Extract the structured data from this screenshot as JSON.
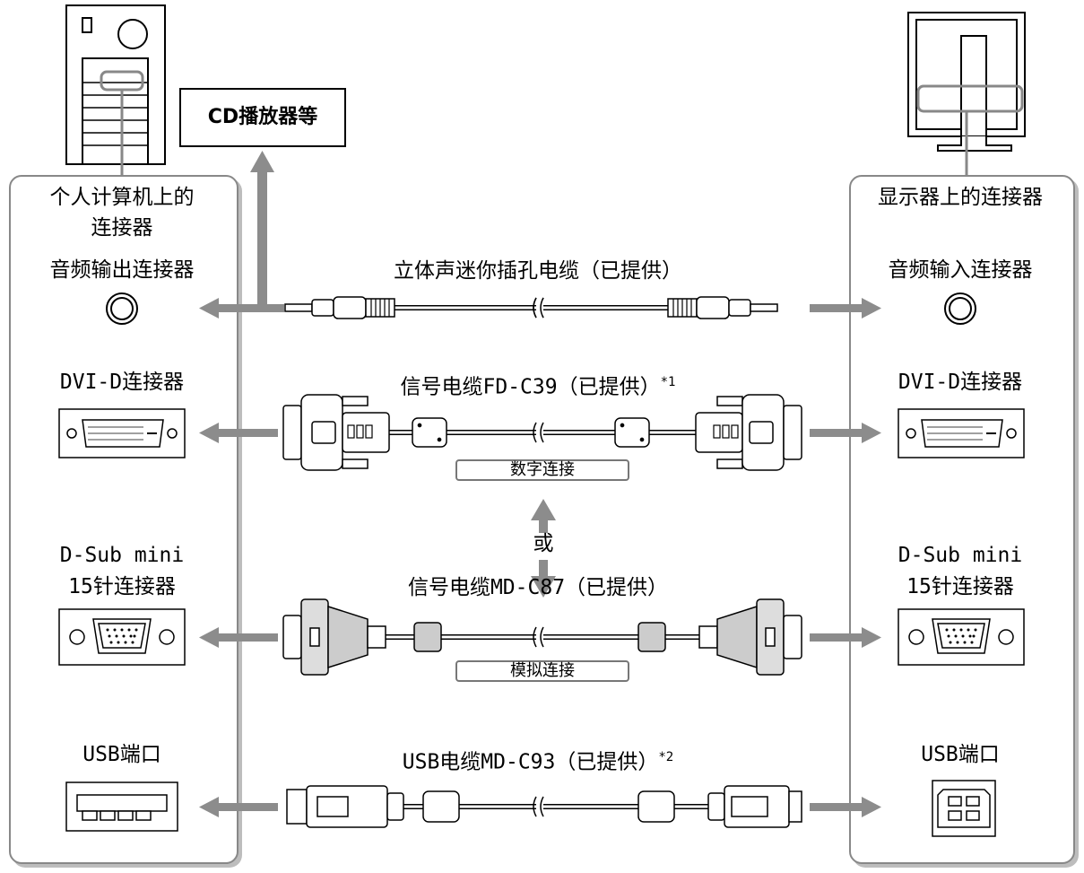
{
  "cd_player": "CD播放器等",
  "left_panel": {
    "title_line1": "个人计算机上的",
    "title_line2": "连接器",
    "audio_out": "音频输出连接器",
    "dvi": "DVI-D连接器",
    "dsub_line1": "D-Sub mini",
    "dsub_line2": "15针连接器",
    "usb": "USB端口"
  },
  "right_panel": {
    "title": "显示器上的连接器",
    "audio_in": "音频输入连接器",
    "dvi": "DVI-D连接器",
    "dsub_line1": "D-Sub mini",
    "dsub_line2": "15针连接器",
    "usb": "USB端口"
  },
  "cables": {
    "audio": "立体声迷你插孔电缆（已提供）",
    "dvi": "信号电缆FD-C39（已提供）",
    "dvi_note": "*1",
    "dvi_tag": "数字连接",
    "or": "或",
    "vga": "信号电缆MD-C87（已提供）",
    "vga_tag": "模拟连接",
    "usb": "USB电缆MD-C93（已提供）",
    "usb_note": "*2"
  },
  "colors": {
    "arrow": "#8c8c8c",
    "panel_border": "#888888",
    "panel_shadow": "#bdbdbd"
  }
}
